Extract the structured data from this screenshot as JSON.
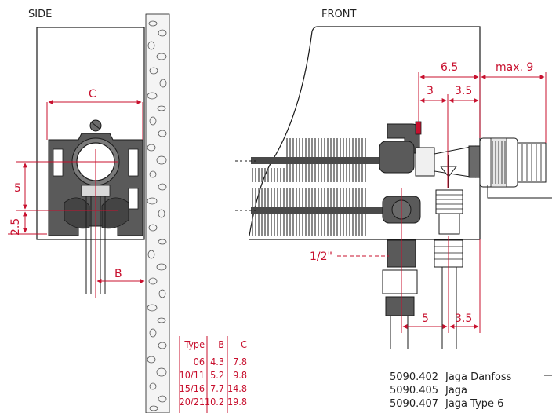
{
  "views": {
    "side_title": "SIDE",
    "front_title": "FRONT"
  },
  "dimensions": {
    "c": "C",
    "b": "B",
    "v5": "5",
    "v25": "2.5",
    "w65": "6.5",
    "max9": "max. 9",
    "w3": "3",
    "w35a": "3.5",
    "pipe": "1/2\"",
    "p5": "5",
    "p35": "3.5"
  },
  "table": {
    "headers": [
      "Type",
      "B",
      "C"
    ],
    "rows": [
      [
        "06",
        "4.3",
        "7.8"
      ],
      [
        "10/11",
        "5.2",
        "9.8"
      ],
      [
        "15/16",
        "7.7",
        "14.8"
      ],
      [
        "20/21",
        "10.2",
        "19.8"
      ]
    ]
  },
  "parts": [
    {
      "code": "5090.402",
      "name": "Jaga Danfoss"
    },
    {
      "code": "5090.405",
      "name": "Jaga"
    },
    {
      "code": "5090.407",
      "name": "Jaga Type 6"
    }
  ],
  "colors": {
    "dimension": "#c8102e",
    "valve_body": "#555555",
    "outline": "#1a1a1a"
  }
}
